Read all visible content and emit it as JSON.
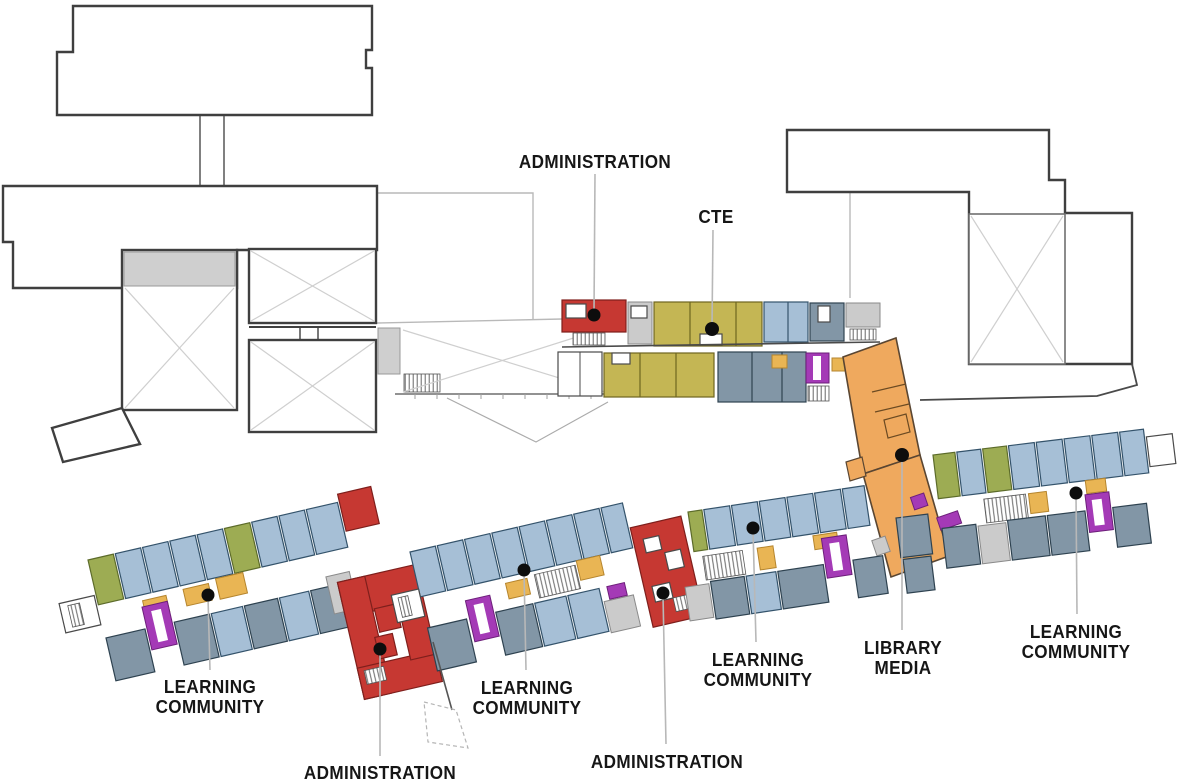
{
  "annotations": [
    {
      "id": "administration-top",
      "text": "ADMINISTRATION"
    },
    {
      "id": "cte",
      "text": "CTE"
    },
    {
      "id": "library-media",
      "text": "LIBRARY\nMEDIA"
    },
    {
      "id": "learning-community-west",
      "text": "LEARNING\nCOMMUNITY"
    },
    {
      "id": "learning-community-central",
      "text": "LEARNING\nCOMMUNITY"
    },
    {
      "id": "learning-community-east",
      "text": "LEARNING\nCOMMUNITY"
    },
    {
      "id": "learning-community-far-east",
      "text": "LEARNING\nCOMMUNITY"
    },
    {
      "id": "administration-southwest",
      "text": "ADMINISTRATION"
    },
    {
      "id": "administration-south",
      "text": "ADMINISTRATION"
    }
  ],
  "palette": {
    "classroom_blue": "#a6bfd6",
    "support_slate": "#8296a6",
    "cte_olive": "#c4b654",
    "accent_green": "#9dac53",
    "library_orange": "#efa95e",
    "flex_yellow": "#e9b554",
    "stair_purple": "#a43ab6",
    "administration_red": "#c63832",
    "existing_gray": "#cbcbcb",
    "outline_dark": "#3f3f3f",
    "marker_black": "#0d0d0d",
    "leader_gray": "#b8b8b8"
  }
}
